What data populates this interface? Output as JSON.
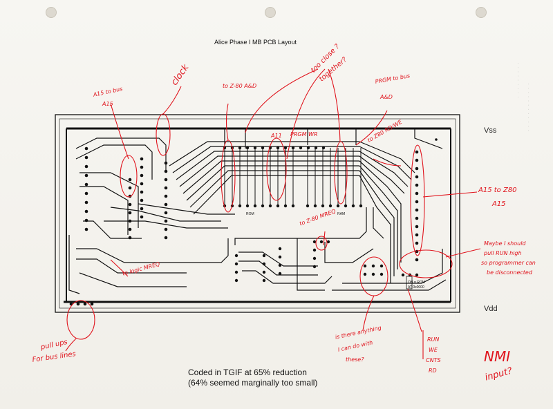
{
  "title": "Alice Phase I MB PCB Layout",
  "rails": {
    "top": "Vss",
    "bottom": "Vdd"
  },
  "board_labels": {
    "rom": "ROM",
    "ram": "RAM",
    "chip_small_1": "ON = ROM",
    "chip_small_2": "AT 0x0000"
  },
  "caption": {
    "line1": "Coded in TGIF at 65% reduction",
    "line2": "(64% seemed marginally too small)"
  },
  "annotations": {
    "a15_to_bus": "A15 to bus",
    "a15": "A15",
    "clock": "clock",
    "to_z80_ad": "to Z-80 A&D",
    "too_close": "too close ?",
    "together": "together?",
    "prgm_to_bus": "PRGM to bus",
    "prgm_ad": "A&D",
    "a11": "A11",
    "prgm_wr": "PRGM WR",
    "to_z80_rd_wr": "to Z80 RD/WE",
    "a15_to_z80": "A15 to Z80",
    "a15_b": "A15",
    "to_z80_mreq": "to Z-80 MREQ",
    "maybe_line1": "Maybe I should",
    "maybe_line2": "pull RUN high",
    "maybe_line3": "so programmer can",
    "maybe_line4": "be disconnected",
    "to_logic_mreq": "to logic MREQ",
    "pullups": "pull ups",
    "for_bus_lines": "For bus lines",
    "is_there_anything": "is there anything",
    "i_can_do": "I can do with",
    "these": "these?",
    "run": "RUN",
    "we": "WE",
    "cnts": "CNTS",
    "rd": "RD",
    "nmi": "NMI",
    "input": "input?"
  },
  "colors": {
    "ink": "#e0121b",
    "trace": "#111111",
    "paper": "#f4f2ee"
  }
}
